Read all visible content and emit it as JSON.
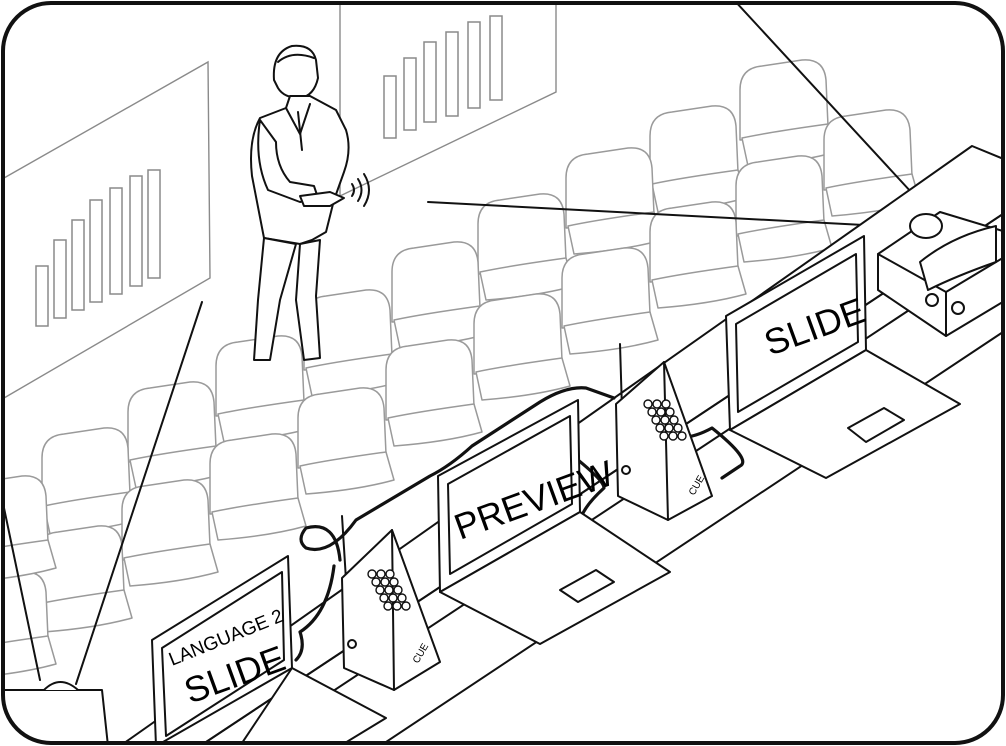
{
  "screens": {
    "left": {
      "line1": "LANGUAGE 2",
      "line2": "SLIDE"
    },
    "middle": {
      "label": "PREVIEW"
    },
    "right": {
      "label": "SLIDE"
    }
  },
  "transmitter_logo": "CUE",
  "colors": {
    "ink": "#111111",
    "light": "#8a8a8a",
    "paper": "#ffffff"
  }
}
